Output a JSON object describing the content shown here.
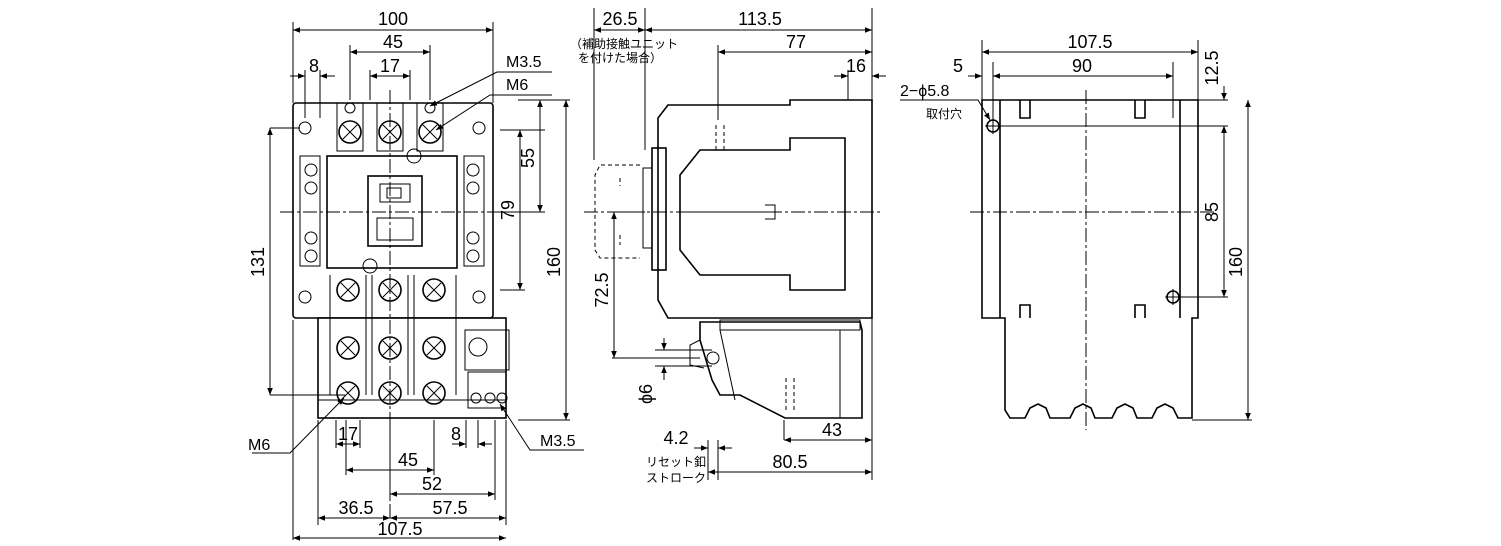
{
  "front_view": {
    "dims": {
      "width_top": "100",
      "pitch_45_top": "45",
      "pitch_17_top": "17",
      "offset_8_top": "8",
      "height_131": "131",
      "height_160": "160",
      "pitch_79": "79",
      "pitch_55": "55",
      "pitch_17_bottom": "17",
      "pitch_8_bottom": "8",
      "pitch_45_bottom": "45",
      "pitch_52": "52",
      "dim_36_5": "36.5",
      "dim_57_5": "57.5",
      "width_bottom": "107.5"
    },
    "callouts": {
      "m3_5_top": "M3.5",
      "m6_top": "M6",
      "m6_bottom": "M6",
      "m3_5_bottom": "M3.5"
    }
  },
  "side_view": {
    "dims": {
      "dim_26_5": "26.5",
      "dim_113_5": "113.5",
      "dim_77": "77",
      "dim_16": "16",
      "dim_72_5": "72.5",
      "dia_6": "ϕ6",
      "dim_4_2": "4.2",
      "dim_43": "43",
      "dim_80_5": "80.5"
    },
    "notes": {
      "aux_unit_line1": "（補助接触ユニット",
      "aux_unit_line2": "を付けた場合）",
      "reset_line1": "リセット釦",
      "reset_line2": "ストローク"
    }
  },
  "mount_view": {
    "dims": {
      "width_107_5": "107.5",
      "dim_5": "5",
      "dim_90": "90",
      "dim_12_5": "12.5",
      "dim_85": "85",
      "dim_160": "160"
    },
    "notes": {
      "holes": "2−ϕ5.8",
      "holes_label": "取付穴"
    }
  }
}
